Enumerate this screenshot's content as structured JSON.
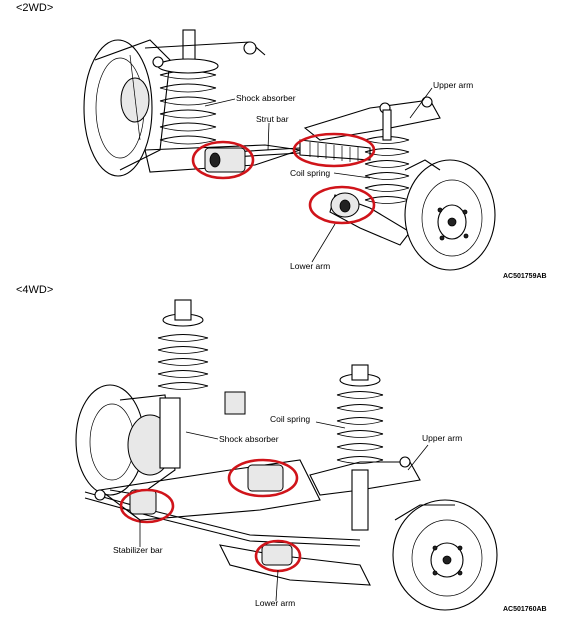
{
  "sections": [
    {
      "heading": "<2WD>",
      "code": "AC501759AB",
      "labels": {
        "shock_absorber": "Shock absorber",
        "strut_bar": "Strut bar",
        "upper_arm": "Upper arm",
        "coil_spring": "Coil spring",
        "lower_arm": "Lower arm"
      }
    },
    {
      "heading": "<4WD>",
      "code": "AC501760AB",
      "labels": {
        "coil_spring": "Coil spring",
        "upper_arm": "Upper arm",
        "shock_absorber": "Shock absorber",
        "stabilizer_bar": "Stabilizer bar",
        "lower_arm": "Lower arm"
      }
    }
  ],
  "colors": {
    "highlight_ring": "#d0141a",
    "line": "#000000"
  }
}
